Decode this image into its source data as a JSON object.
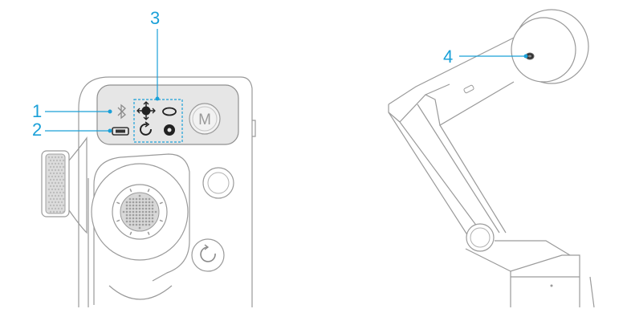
{
  "callouts": [
    {
      "number": "1",
      "icon": "bluetooth-icon"
    },
    {
      "number": "2",
      "icon": "battery-icon"
    },
    {
      "number": "3",
      "icon": "mode-indicators-icon"
    },
    {
      "number": "4",
      "icon": "status-led-icon"
    }
  ],
  "panel": {
    "m_button_label": "M",
    "mode_icons": [
      "pan-follow-icon",
      "tilt-lock-icon",
      "rotate-mode-icon",
      "fpv-mode-icon"
    ]
  },
  "colors": {
    "callout": "#1aa0d8",
    "outline": "#9a9a9a",
    "panel_fill": "#e6e6e6",
    "dashed_box": "#1aa0d8"
  }
}
